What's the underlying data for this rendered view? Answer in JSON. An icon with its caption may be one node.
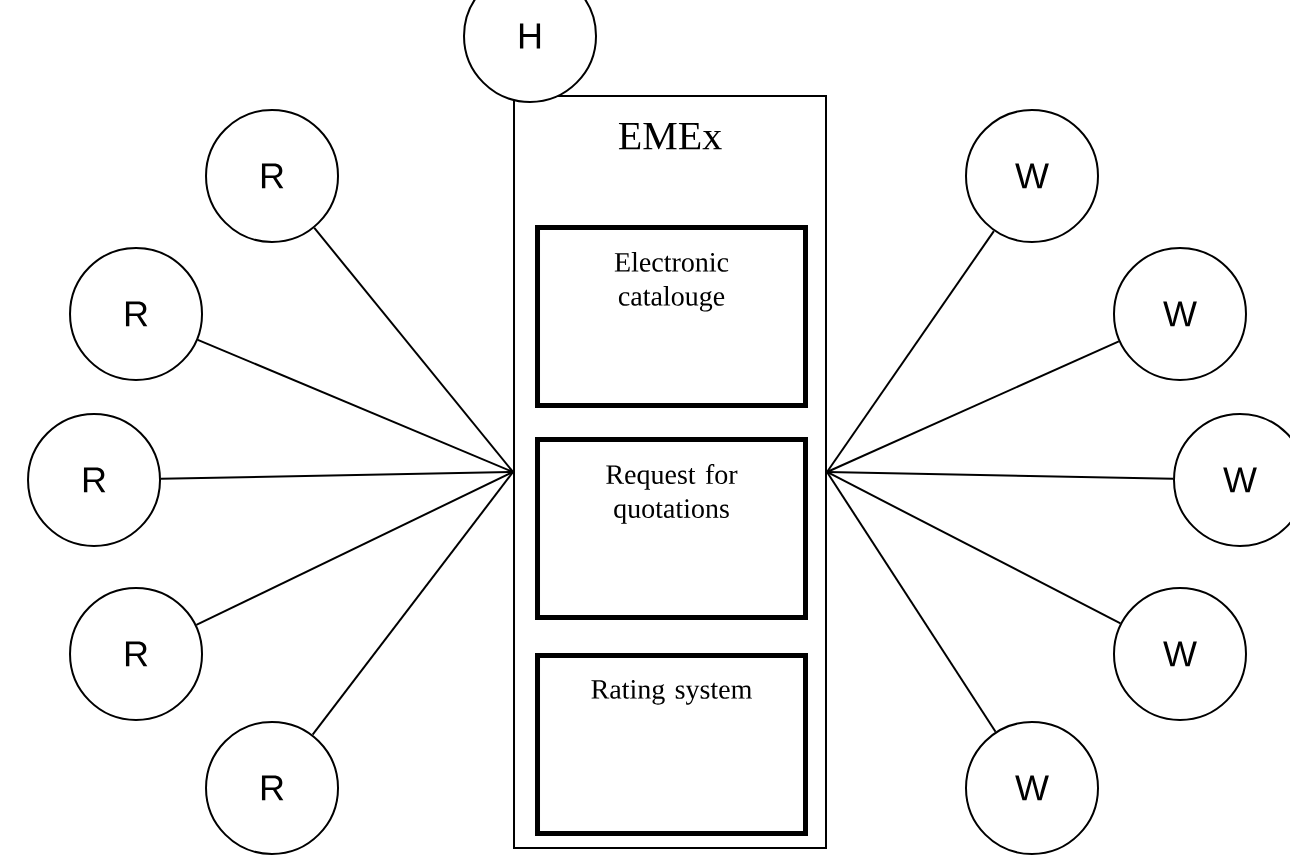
{
  "diagram": {
    "nodes": [
      {
        "text": [
          "H"
        ]
      },
      {
        "text": [
          "EMEx"
        ]
      },
      {
        "text": [
          "Electronic catalouge"
        ],
        "in": 1
      },
      {
        "text": [
          "Request for quotations"
        ],
        "in": 1
      },
      {
        "text": [
          "Rating system"
        ],
        "in": 1
      },
      {
        "text": [
          "R"
        ]
      },
      {
        "text": [
          "R"
        ]
      },
      {
        "text": [
          "R"
        ]
      },
      {
        "text": [
          "R"
        ]
      },
      {
        "text": [
          "R"
        ]
      },
      {
        "text": [
          "W"
        ]
      },
      {
        "text": [
          "W"
        ]
      },
      {
        "text": [
          "W"
        ]
      },
      {
        "text": [
          "W"
        ]
      },
      {
        "text": [
          "W"
        ]
      }
    ],
    "edges": [
      {
        "from": 5,
        "to": 1,
        "arrow": "none"
      },
      {
        "from": 6,
        "to": 1,
        "arrow": "none"
      },
      {
        "from": 7,
        "to": 1,
        "arrow": "none"
      },
      {
        "from": 8,
        "to": 1,
        "arrow": "none"
      },
      {
        "from": 9,
        "to": 1,
        "arrow": "none"
      },
      {
        "from": 10,
        "to": 1,
        "arrow": "none"
      },
      {
        "from": 11,
        "to": 1,
        "arrow": "none"
      },
      {
        "from": 12,
        "to": 1,
        "arrow": "none"
      },
      {
        "from": 13,
        "to": 1,
        "arrow": "none"
      },
      {
        "from": 14,
        "to": 1,
        "arrow": "none"
      }
    ]
  }
}
